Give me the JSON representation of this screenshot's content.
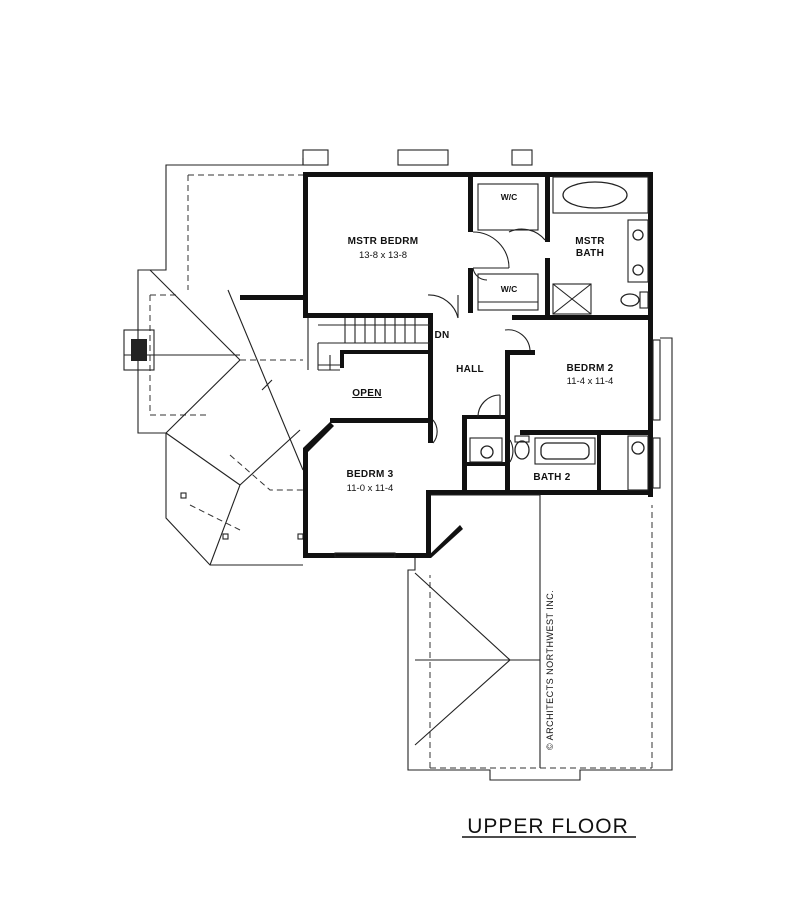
{
  "plan": {
    "title": "UPPER FLOOR",
    "copyright": "© ARCHITECTS NORTHWEST INC.",
    "rooms": {
      "master_bedroom": {
        "name": "MSTR BEDRM",
        "dims": "13-8 x 13-8"
      },
      "wic_top": {
        "name": "W/C"
      },
      "wic_bottom": {
        "name": "W/C"
      },
      "master_bath": {
        "name": "MSTR BATH",
        "name_line1": "MSTR",
        "name_line2": "BATH"
      },
      "hall": {
        "name": "HALL"
      },
      "down": {
        "name": "DN"
      },
      "open": {
        "name": "OPEN"
      },
      "bedroom2": {
        "name": "BEDRM 2",
        "dims": "11-4 x 11-4"
      },
      "bedroom3": {
        "name": "BEDRM 3",
        "dims": "11-0 x 11-4"
      },
      "bath2": {
        "name": "BATH 2"
      }
    }
  }
}
